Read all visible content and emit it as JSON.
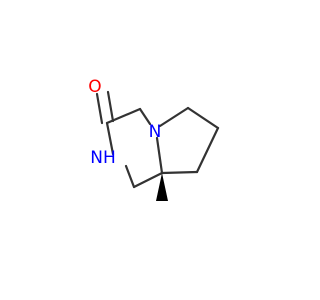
{
  "molecule": {
    "atoms": {
      "oxygen": {
        "symbol": "O",
        "color": "#ff0000"
      },
      "ring_nitrogen": {
        "symbol": "N",
        "color": "#0000ff"
      },
      "amide_nh": {
        "symbol": "NH",
        "color": "#0000ff"
      }
    },
    "bond_color": "#333333",
    "stereo": {
      "methyl_wedge": "bold"
    }
  }
}
